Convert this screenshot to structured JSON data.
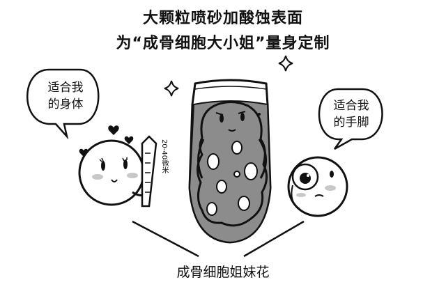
{
  "title": {
    "line1": "大颗粒喷砂加酸蚀表面",
    "line2": "为“成骨细胞大小姐”量身定制"
  },
  "bubble_left": {
    "line1": "适合我",
    "line2": "的身体"
  },
  "bubble_right": {
    "line1": "适合我",
    "line2": "的手脚"
  },
  "size_label": "20-40微米",
  "caption": "成骨细胞姐妹花",
  "colors": {
    "ink": "#111111",
    "cup_gray": "#8c8c8c",
    "blush": "#c8c8c8"
  }
}
